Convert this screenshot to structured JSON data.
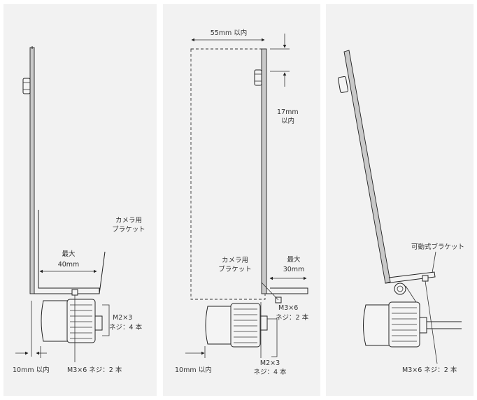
{
  "panel1": {
    "bracket_label_line1": "カメラ用",
    "bracket_label_line2": "ブラケット",
    "max_label": "最大",
    "max_value": "40mm",
    "screw_m2_line1": "M2×3",
    "screw_m2_line2": "ネジ：4 本",
    "bottom_left_label": "10mm 以内",
    "screw_m3_label": "M3×6 ネジ：2 本"
  },
  "panel2": {
    "top_width_label": "55mm 以内",
    "height_label_line1": "17mm",
    "height_label_line2": "以内",
    "bracket_label_line1": "カメラ用",
    "bracket_label_line2": "ブラケット",
    "max_label": "最大",
    "max_value": "30mm",
    "screw_m3_line1": "M3×6",
    "screw_m3_line2": "ネジ：2 本",
    "screw_m2_line1": "M2×3",
    "screw_m2_line2": "ネジ：4 本",
    "bottom_left_label": "10mm 以内"
  },
  "panel3": {
    "bracket_label": "可動式ブラケット",
    "screw_m3_label": "M3×6 ネジ：2 本"
  }
}
